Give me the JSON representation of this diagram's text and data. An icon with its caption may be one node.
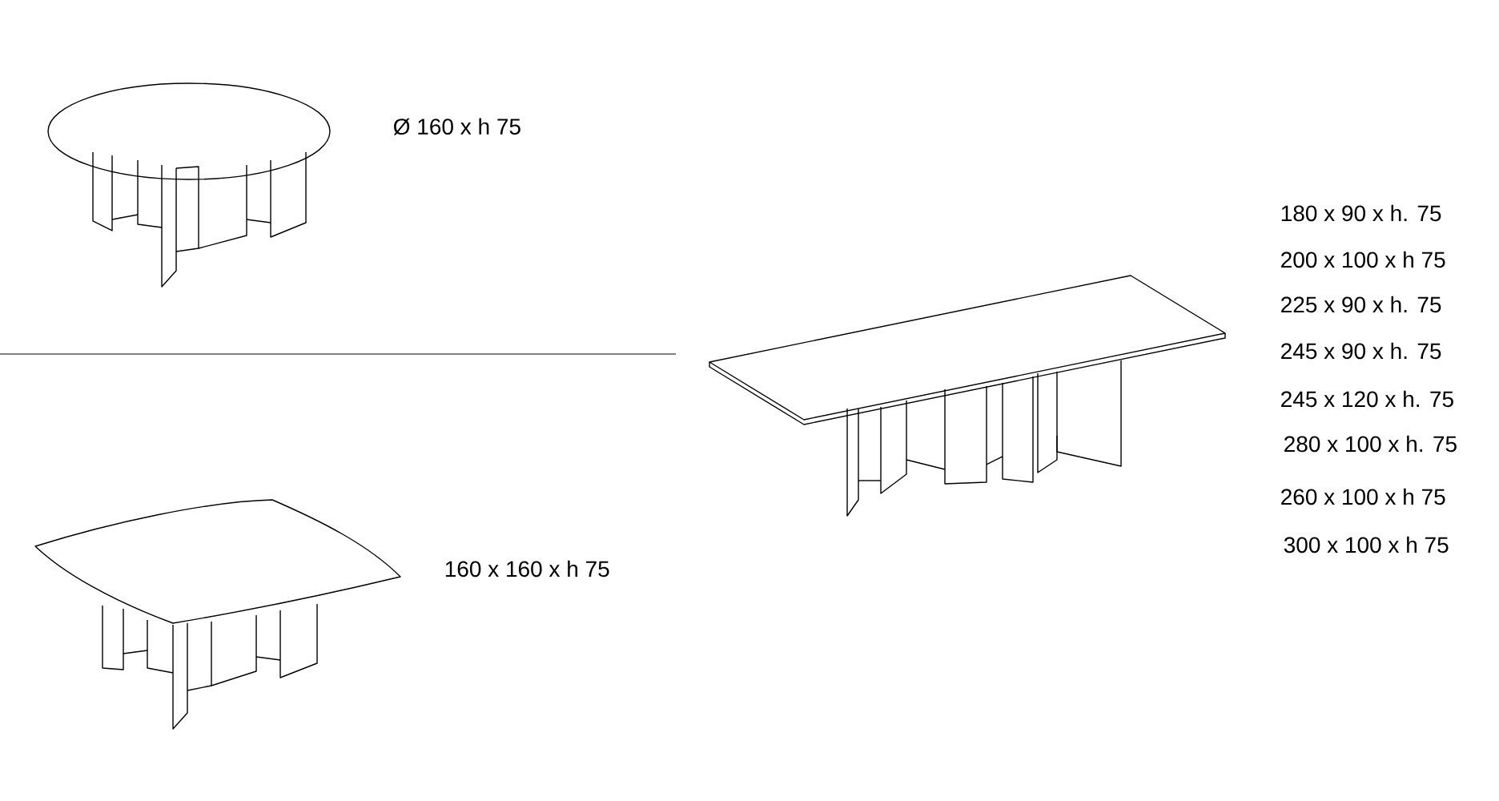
{
  "diagram": {
    "labels": [
      "Ø 160 x h 75",
      "180 x 90 x h. 75",
      "200 x 100 x h 75",
      "225 x 90 x h. 75",
      "245 x 90 x h. 75",
      "245 x 120 x h. 75",
      "280 x 100 x h. 75",
      "260 x 100 x h 75",
      "300 x 100 x h 75",
      "160 x 160 x h 75"
    ]
  }
}
